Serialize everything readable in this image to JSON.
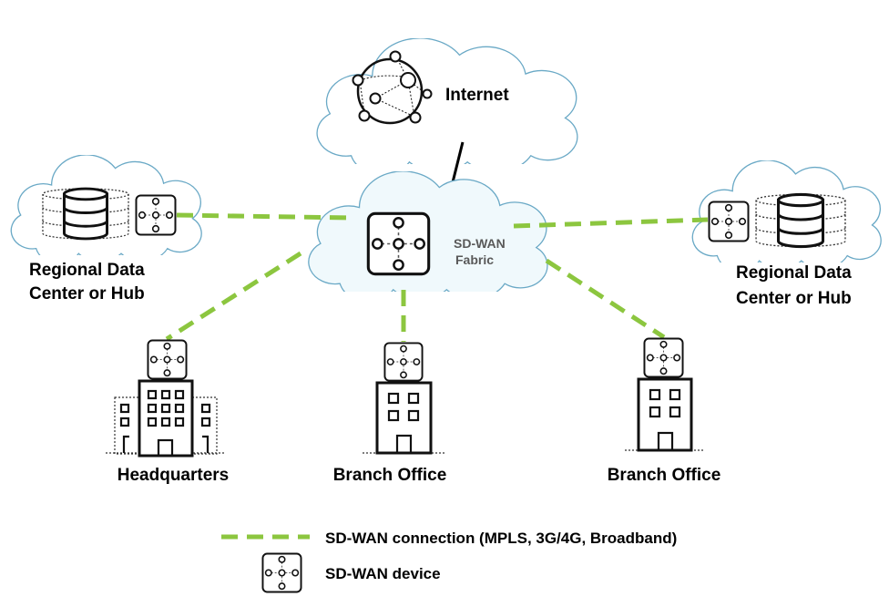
{
  "colors": {
    "connection": "#8cc63f",
    "cloud_stroke": "#6aa9c6",
    "fabric_fill": "#f0f9fc",
    "icon": "#111111"
  },
  "internet": {
    "label": "Internet",
    "icon": "globe-network-icon"
  },
  "fabric": {
    "line1": "SD-WAN",
    "line2": "Fabric",
    "icon": "sdwan-device-icon"
  },
  "hub_left": {
    "line1": "Regional Data",
    "line2": "Center or Hub",
    "icon": "database-icon"
  },
  "hub_right": {
    "line1": "Regional Data",
    "line2": "Center or Hub",
    "icon": "database-icon"
  },
  "sites": [
    {
      "label": "Headquarters",
      "icon": "office-campus-icon"
    },
    {
      "label": "Branch Office",
      "icon": "building-icon"
    },
    {
      "label": "Branch Office",
      "icon": "building-icon"
    }
  ],
  "legend": {
    "connection": "SD-WAN connection (MPLS, 3G/4G, Broadband)",
    "device": "SD-WAN device"
  }
}
